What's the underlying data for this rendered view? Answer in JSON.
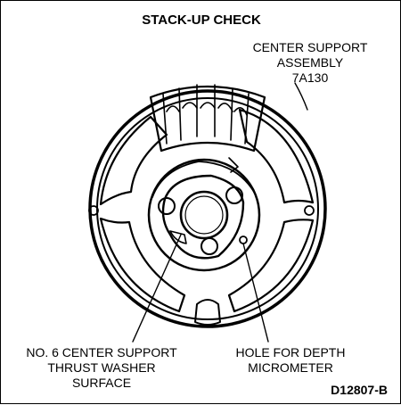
{
  "title": "STACK-UP CHECK",
  "labels": {
    "center_support": [
      "CENTER SUPPORT",
      "ASSEMBLY",
      "7A130"
    ],
    "thrust_washer": [
      "NO. 6 CENTER SUPPORT",
      "THRUST WASHER",
      "SURFACE"
    ],
    "depth_hole": [
      "HOLE FOR DEPTH",
      "MICROMETER"
    ]
  },
  "figure_id": "D12807-B",
  "colors": {
    "ink": "#000000",
    "background": "#ffffff"
  }
}
